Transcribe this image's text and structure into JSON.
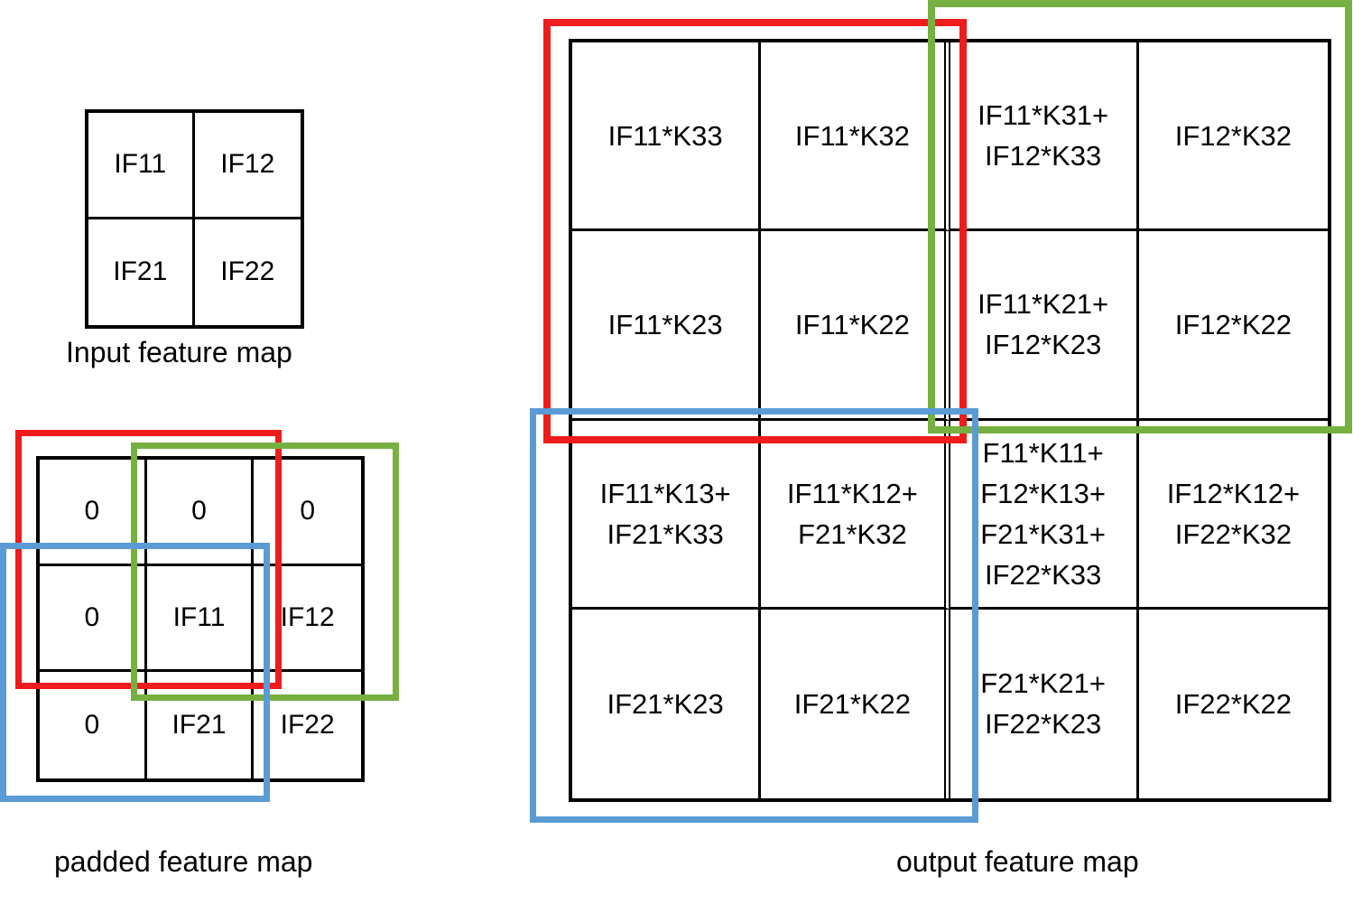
{
  "input_map": {
    "caption": "Input feature map",
    "cells": [
      "IF11",
      "IF12",
      "IF21",
      "IF22"
    ]
  },
  "padded_map": {
    "caption": "padded feature map",
    "cells": [
      "0",
      "0",
      "0",
      "0",
      "IF11",
      "IF12",
      "0",
      "IF21",
      "IF22"
    ]
  },
  "output_map": {
    "caption": "output feature map",
    "cells": [
      "IF11*K33",
      "IF11*K32",
      "IF11*K31+\nIF12*K33",
      "IF12*K32",
      "IF11*K23",
      "IF11*K22",
      "IF11*K21+\nIF12*K23",
      "IF12*K22",
      "IF11*K13+\nIF21*K33",
      "IF11*K12+\nF21*K32",
      "F11*K11+\nF12*K13+\nF21*K31+\nIF22*K33",
      "IF12*K12+\nIF22*K32",
      "IF21*K23",
      "IF21*K22",
      "F21*K21+\nIF22*K23",
      "IF22*K22"
    ]
  },
  "window_colors": {
    "red": "#ee1c1c",
    "green": "#76b041",
    "blue": "#5b9bd5"
  }
}
